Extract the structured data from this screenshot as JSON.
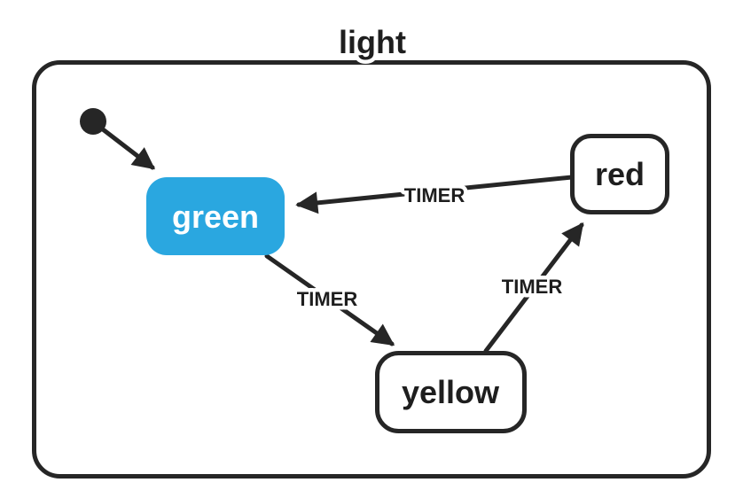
{
  "machine": {
    "title": "light",
    "states": [
      {
        "id": "green",
        "label": "green",
        "active": true
      },
      {
        "id": "yellow",
        "label": "yellow",
        "active": false
      },
      {
        "id": "red",
        "label": "red",
        "active": false
      }
    ],
    "transitions": [
      {
        "from": "green",
        "to": "yellow",
        "label": "TIMER"
      },
      {
        "from": "yellow",
        "to": "red",
        "label": "TIMER"
      },
      {
        "from": "red",
        "to": "green",
        "label": "TIMER"
      }
    ],
    "initial_state": "green",
    "colors": {
      "active_state_fill": "#2AA7E0",
      "active_state_text": "#ffffff",
      "stroke": "#262626",
      "background": "#ffffff"
    }
  }
}
